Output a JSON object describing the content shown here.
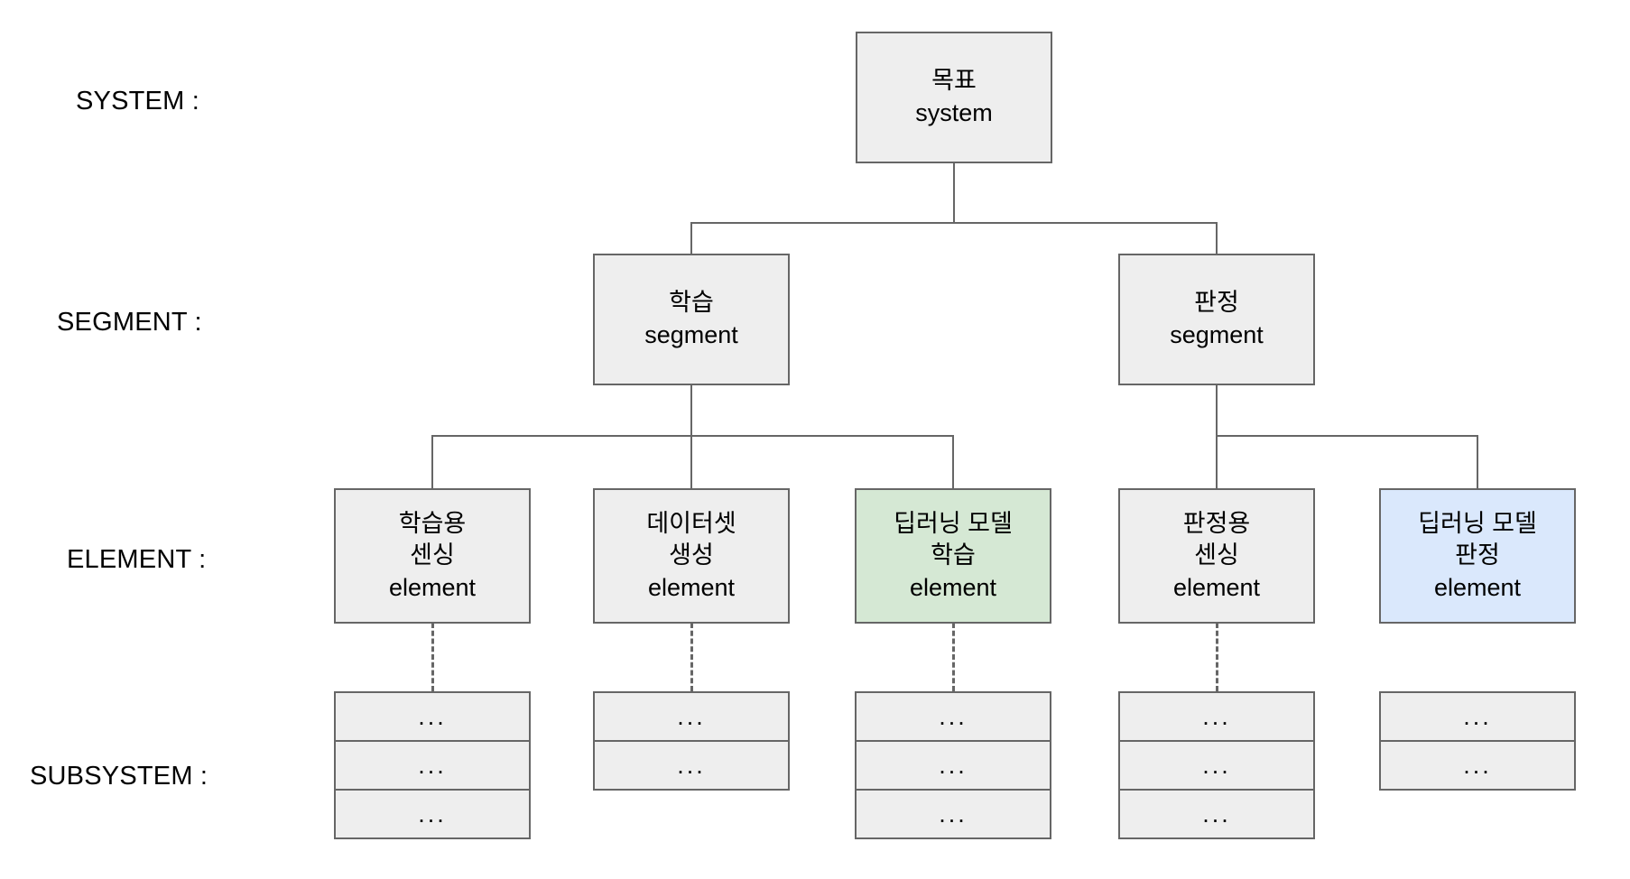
{
  "diagram": {
    "title": "System hierarchy breakdown",
    "colors": {
      "box_fill": "#eeeeee",
      "box_border": "#666666",
      "highlight_green": "#d5e8d4",
      "highlight_blue": "#dae8fc",
      "background": "#ffffff",
      "text": "#000000"
    }
  },
  "row_labels": {
    "system": "SYSTEM :",
    "segment": "SEGMENT :",
    "element": "ELEMENT :",
    "subsystem": "SUBSYSTEM :"
  },
  "system": {
    "line1": "목표",
    "line2": "system"
  },
  "segments": [
    {
      "line1": "학습",
      "line2": "segment"
    },
    {
      "line1": "판정",
      "line2": "segment"
    }
  ],
  "elements": [
    {
      "line1": "학습용",
      "line2": "센싱",
      "line3": "element",
      "fill": "gray"
    },
    {
      "line1": "데이터셋",
      "line2": "생성",
      "line3": "element",
      "fill": "gray"
    },
    {
      "line1": "딥러닝 모델",
      "line2": "학습",
      "line3": "element",
      "fill": "green"
    },
    {
      "line1": "판정용",
      "line2": "센싱",
      "line3": "element",
      "fill": "gray"
    },
    {
      "line1": "딥러닝 모델",
      "line2": "판정",
      "line3": "element",
      "fill": "blue"
    }
  ],
  "subsystems": [
    {
      "cells": [
        "...",
        "...",
        "..."
      ]
    },
    {
      "cells": [
        "...",
        "..."
      ]
    },
    {
      "cells": [
        "...",
        "...",
        "..."
      ]
    },
    {
      "cells": [
        "...",
        "...",
        "..."
      ]
    },
    {
      "cells": [
        "...",
        "..."
      ]
    }
  ]
}
